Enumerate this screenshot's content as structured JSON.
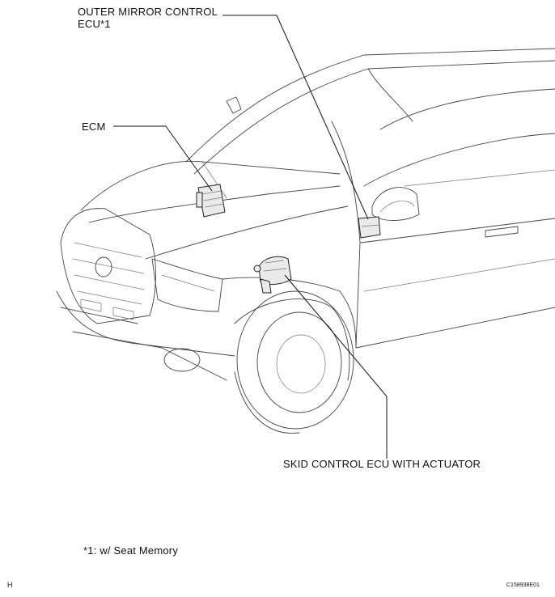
{
  "callouts": {
    "outer_mirror_line1": "OUTER MIRROR CONTROL",
    "outer_mirror_line2": "ECU*1",
    "ecm": "ECM",
    "skid_control": "SKID CONTROL ECU WITH ACTUATOR"
  },
  "footnote": "*1: w/ Seat Memory",
  "corner_left": "H",
  "figure_code": "C158938E01"
}
